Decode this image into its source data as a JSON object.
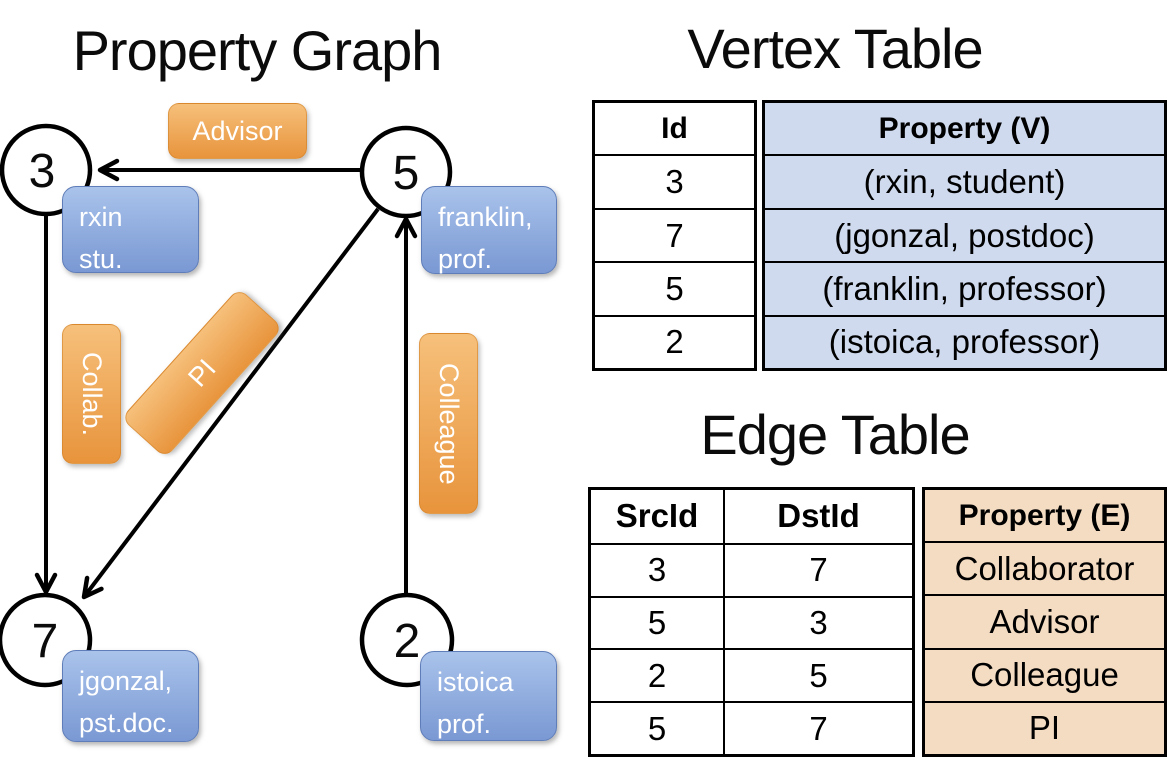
{
  "graph": {
    "title": "Property Graph",
    "nodes": [
      {
        "id": "3",
        "prop1": "rxin",
        "prop2": "stu."
      },
      {
        "id": "5",
        "prop1": "franklin,",
        "prop2": "prof."
      },
      {
        "id": "7",
        "prop1": "jgonzal,",
        "prop2": "pst.doc."
      },
      {
        "id": "2",
        "prop1": "istoica",
        "prop2": "prof."
      }
    ],
    "edge_labels": {
      "advisor": "Advisor",
      "collab": "Collab.",
      "pi": "PI",
      "colleague": "Colleague"
    }
  },
  "vertex_table": {
    "title": "Vertex Table",
    "col_id": "Id",
    "col_property": "Property (V)",
    "rows": [
      {
        "id": "3",
        "property": "(rxin, student)"
      },
      {
        "id": "7",
        "property": "(jgonzal, postdoc)"
      },
      {
        "id": "5",
        "property": "(franklin, professor)"
      },
      {
        "id": "2",
        "property": "(istoica, professor)"
      }
    ]
  },
  "edge_table": {
    "title": "Edge Table",
    "col_src": "SrcId",
    "col_dst": "DstId",
    "col_property": "Property (E)",
    "rows": [
      {
        "src": "3",
        "dst": "7",
        "property": "Collaborator"
      },
      {
        "src": "5",
        "dst": "3",
        "property": "Advisor"
      },
      {
        "src": "2",
        "dst": "5",
        "property": "Colleague"
      },
      {
        "src": "5",
        "dst": "7",
        "property": "PI"
      }
    ]
  },
  "colors": {
    "edge_label_orange_top": "#f6c07b",
    "edge_label_orange_bottom": "#e8943c",
    "vertex_box_blue_top": "#a9c3eb",
    "vertex_box_blue_bottom": "#7a98d3",
    "vertex_table_property_fill": "#cfdaee",
    "edge_table_property_fill": "#f4dcc2",
    "line_color": "#000000"
  }
}
